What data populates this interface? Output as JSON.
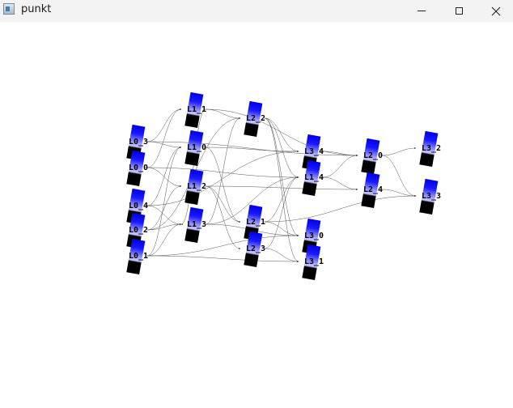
{
  "window": {
    "title": "punkt",
    "icon": "window-app-icon",
    "controls": [
      "minimize-icon",
      "maximize-icon",
      "close-icon"
    ]
  },
  "graph": {
    "colors": {
      "block_top": "#0000e6",
      "block_bottom": "#000000",
      "edge": "#555555",
      "label": "#000000"
    },
    "nodes": [
      {
        "id": "L0_3",
        "label": "L0_3"
      },
      {
        "id": "L0_0",
        "label": "L0_0"
      },
      {
        "id": "L0_4",
        "label": "L0_4"
      },
      {
        "id": "L0_2",
        "label": "L0_2"
      },
      {
        "id": "L0_1",
        "label": "L0_1"
      },
      {
        "id": "L1_1",
        "label": "L1_1"
      },
      {
        "id": "L1_0",
        "label": "L1_0"
      },
      {
        "id": "L1_2",
        "label": "L1_2"
      },
      {
        "id": "L1_3",
        "label": "L1_3"
      },
      {
        "id": "L2_2",
        "label": "L2_2"
      },
      {
        "id": "L2_1",
        "label": "L2_1"
      },
      {
        "id": "L2_3",
        "label": "L2_3"
      },
      {
        "id": "L3_4",
        "label": "L3_4"
      },
      {
        "id": "L1_4",
        "label": "L1_4"
      },
      {
        "id": "L3_0",
        "label": "L3_0"
      },
      {
        "id": "L3_1",
        "label": "L3_1"
      },
      {
        "id": "L2_0",
        "label": "L2_0"
      },
      {
        "id": "L2_4",
        "label": "L2_4"
      },
      {
        "id": "L3_2",
        "label": "L3_2"
      },
      {
        "id": "L3_3",
        "label": "L3_3"
      }
    ],
    "edges": [
      [
        "L0_3",
        "L1_1"
      ],
      [
        "L0_3",
        "L1_0"
      ],
      [
        "L0_3",
        "L2_0"
      ],
      [
        "L0_0",
        "L1_1"
      ],
      [
        "L0_0",
        "L1_2"
      ],
      [
        "L0_0",
        "L1_4"
      ],
      [
        "L0_4",
        "L1_0"
      ],
      [
        "L0_4",
        "L1_3"
      ],
      [
        "L0_4",
        "L3_4"
      ],
      [
        "L0_2",
        "L1_2"
      ],
      [
        "L0_2",
        "L1_3"
      ],
      [
        "L0_2",
        "L2_2"
      ],
      [
        "L0_1",
        "L1_0"
      ],
      [
        "L0_1",
        "L1_3"
      ],
      [
        "L0_1",
        "L3_1"
      ],
      [
        "L0_1",
        "L3_0"
      ],
      [
        "L1_1",
        "L2_2"
      ],
      [
        "L1_1",
        "L2_0"
      ],
      [
        "L1_1",
        "L1_3"
      ],
      [
        "L1_0",
        "L2_1"
      ],
      [
        "L1_0",
        "L3_4"
      ],
      [
        "L1_2",
        "L2_3"
      ],
      [
        "L1_2",
        "L2_1"
      ],
      [
        "L1_2",
        "L2_4"
      ],
      [
        "L1_3",
        "L2_2"
      ],
      [
        "L1_3",
        "L3_0"
      ],
      [
        "L1_3",
        "L1_4"
      ],
      [
        "L2_2",
        "L3_4"
      ],
      [
        "L2_2",
        "L3_0"
      ],
      [
        "L2_2",
        "L3_1"
      ],
      [
        "L2_2",
        "L1_4"
      ],
      [
        "L2_1",
        "L3_0"
      ],
      [
        "L2_1",
        "L3_3"
      ],
      [
        "L2_1",
        "L1_4"
      ],
      [
        "L2_3",
        "L3_1"
      ],
      [
        "L2_3",
        "L1_4"
      ],
      [
        "L3_4",
        "L2_0"
      ],
      [
        "L1_4",
        "L2_4"
      ],
      [
        "L1_4",
        "L2_0"
      ],
      [
        "L2_0",
        "L3_2"
      ],
      [
        "L2_4",
        "L3_3"
      ],
      [
        "L2_0",
        "L3_3"
      ]
    ]
  }
}
